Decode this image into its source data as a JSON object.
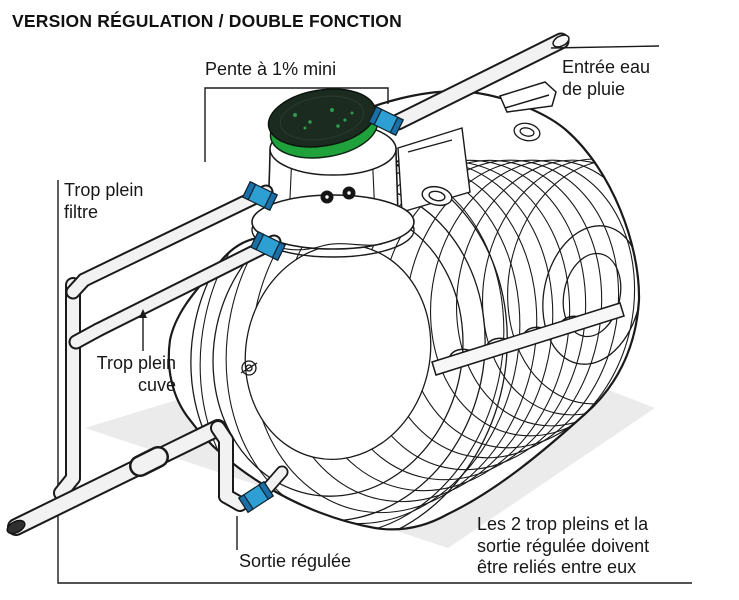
{
  "title": "VERSION RÉGULATION / DOUBLE FONCTION",
  "labels": {
    "slope": "Pente à 1% mini",
    "inlet": "Entrée eau\nde pluie",
    "filter_overflow": "Trop plein\nfiltre",
    "tank_overflow": "Trop plein\ncuve",
    "outlet": "Sortie régulée",
    "note": "Les 2 trop pleins et la\nsortie régulée doivent\nêtre reliés entre eux"
  },
  "colors": {
    "line": "#1a1a1a",
    "pipe": "#f2f2f2",
    "shadow": "#ebebeb",
    "lid_top": "#1c2b20",
    "lid_ring": "#1fa23c",
    "speckle": "#2f9a4b",
    "blue": "#2d9fd3",
    "blue_dark": "#1a6fa6",
    "open_end": "#2f2f2f"
  }
}
